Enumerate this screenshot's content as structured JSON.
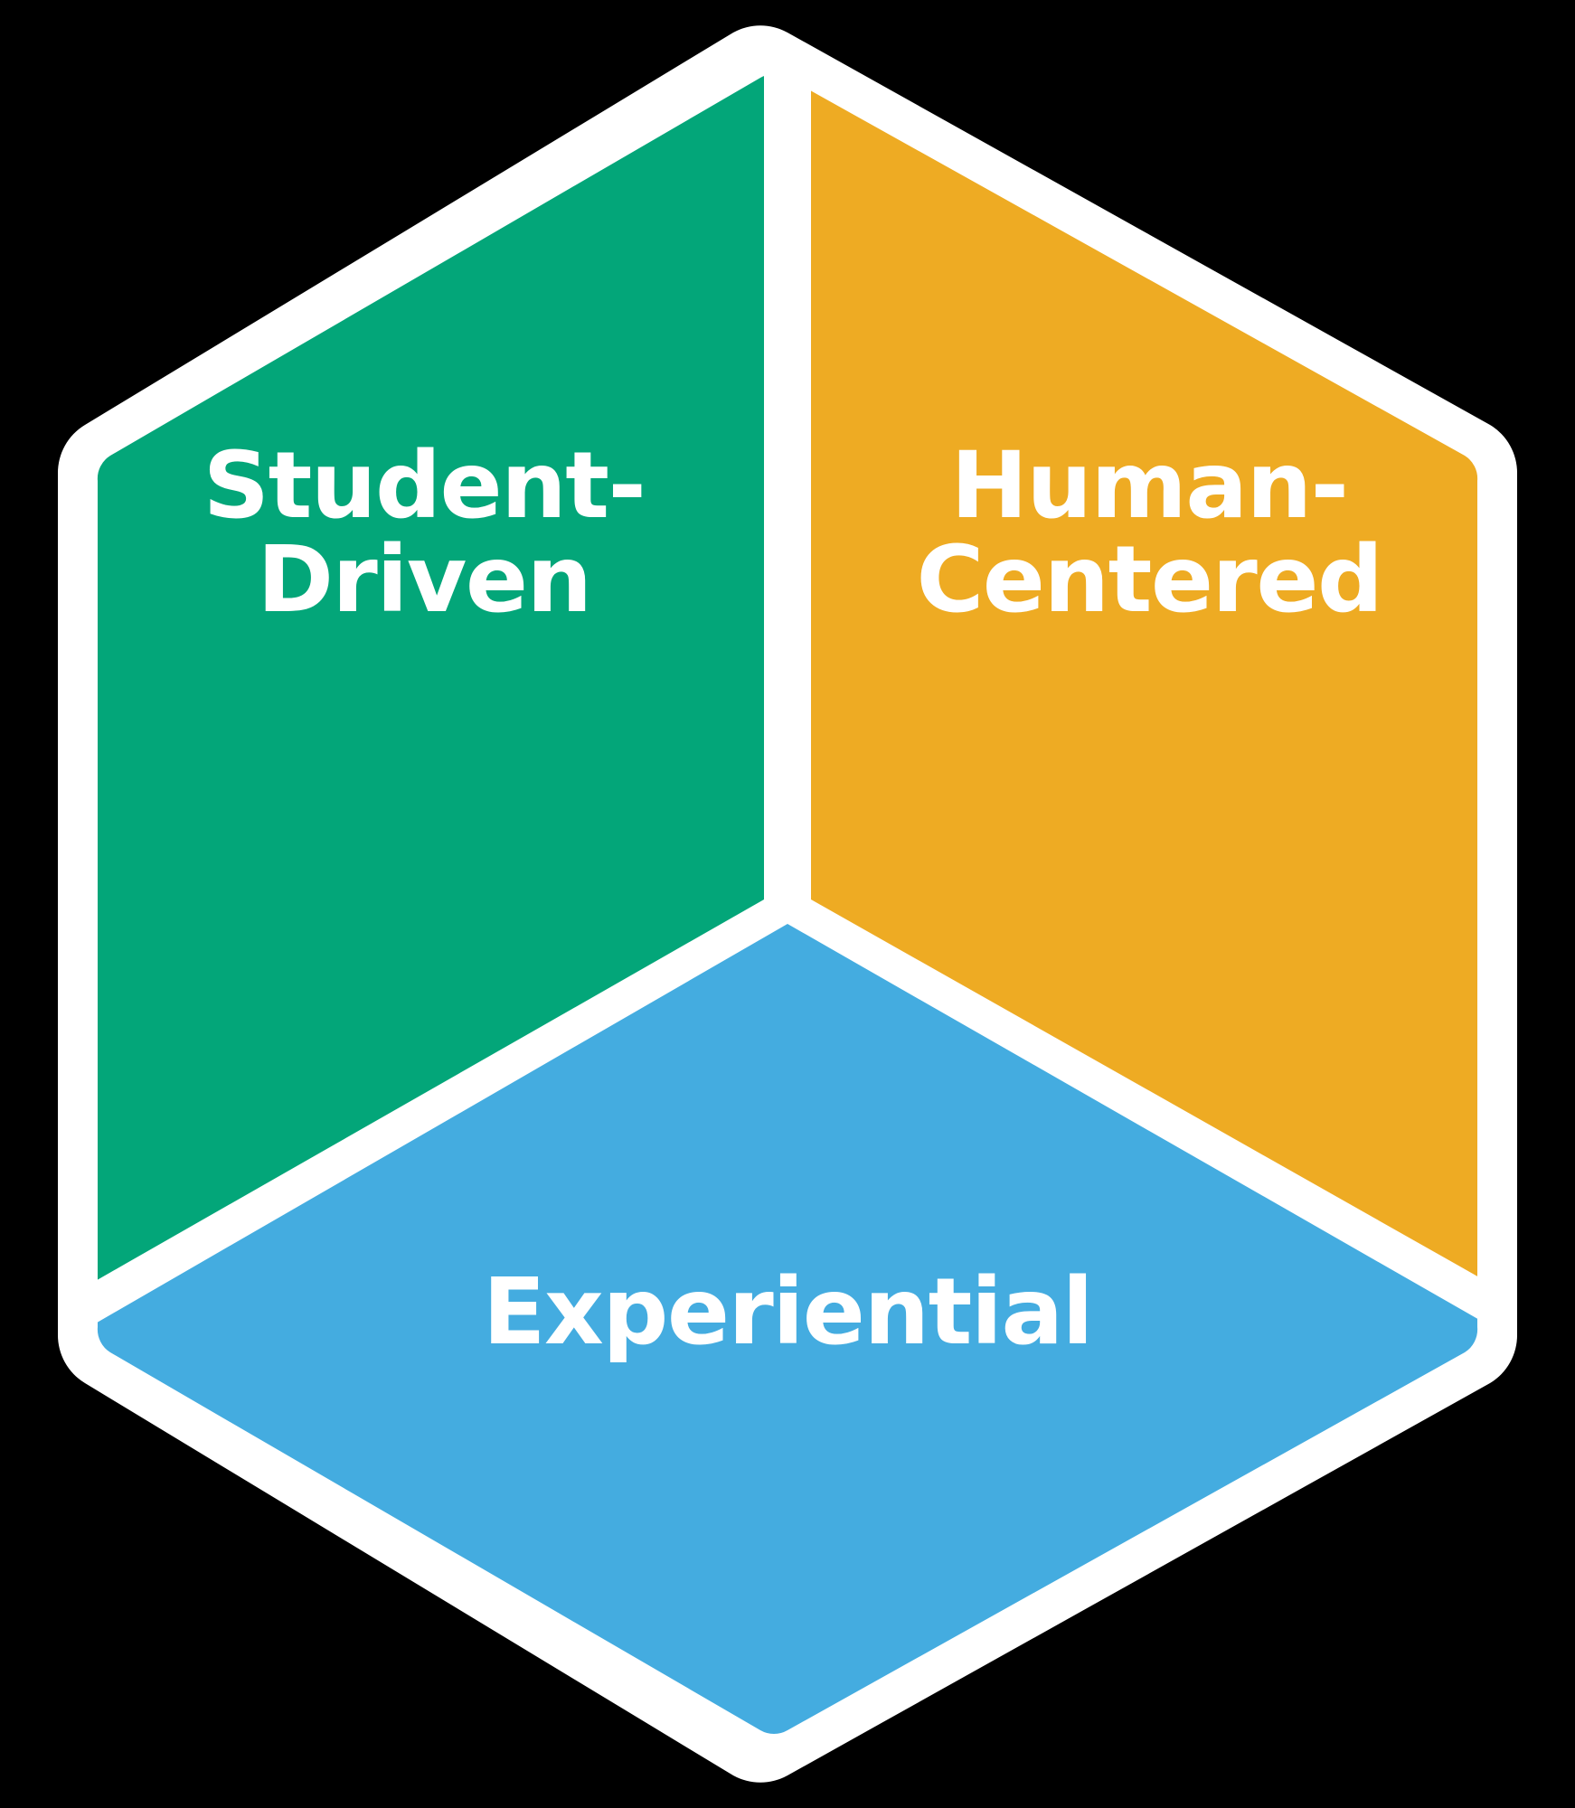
{
  "diagram": {
    "title": "Three-segment hexagon framework",
    "shape": "hexagon",
    "background_color": "#000000",
    "divider_color": "#ffffff",
    "segments": [
      {
        "id": "student-driven",
        "label": "Student-\nDriven",
        "color": "#03a679",
        "position": "upper-left"
      },
      {
        "id": "human-centered",
        "label": "Human-\nCentered",
        "color": "#eeab23",
        "position": "upper-right"
      },
      {
        "id": "experiential",
        "label": "Experiential",
        "color": "#44ace0",
        "position": "bottom"
      }
    ]
  }
}
